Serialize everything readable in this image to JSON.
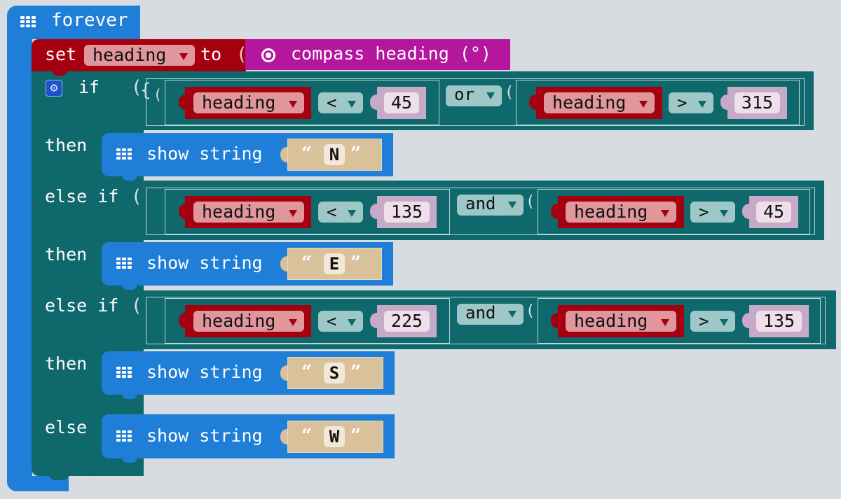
{
  "workspace": {
    "background_color": "#ebeff1",
    "grid_marker": "plus"
  },
  "colors": {
    "basic_blue": "#1e7ed8",
    "logic_teal": "#0f686b",
    "variable_red": "#a5000f",
    "input_magenta": "#b4169e",
    "number_lilac": "#c7a9c8",
    "string_tan": "#d8c19b"
  },
  "forever": {
    "icon": "grid-icon",
    "label": "forever"
  },
  "set_block": {
    "keyword": "set",
    "variable": "heading",
    "to_label": "to",
    "value": {
      "icon": "compass-target-icon",
      "label": "compass heading (°)"
    }
  },
  "if_block": {
    "gear_icon": "gear-icon",
    "if_label": "if",
    "then_label": "then",
    "else_if_label": "else if",
    "else_label": "else",
    "branches": [
      {
        "keyword": "if",
        "left": {
          "variable": "heading",
          "operator": "<",
          "value": "45"
        },
        "logic": "or",
        "right": {
          "variable": "heading",
          "operator": ">",
          "value": "315"
        },
        "then": {
          "action": "show string",
          "value": "N"
        }
      },
      {
        "keyword": "else if",
        "left": {
          "variable": "heading",
          "operator": "<",
          "value": "135"
        },
        "logic": "and",
        "right": {
          "variable": "heading",
          "operator": ">",
          "value": "45"
        },
        "then": {
          "action": "show string",
          "value": "E"
        }
      },
      {
        "keyword": "else if",
        "left": {
          "variable": "heading",
          "operator": "<",
          "value": "225"
        },
        "logic": "and",
        "right": {
          "variable": "heading",
          "operator": ">",
          "value": "135"
        },
        "then": {
          "action": "show string",
          "value": "S"
        }
      }
    ],
    "else": {
      "action": "show string",
      "value": "W"
    }
  },
  "quotes": {
    "open": "“",
    "close": "”"
  }
}
